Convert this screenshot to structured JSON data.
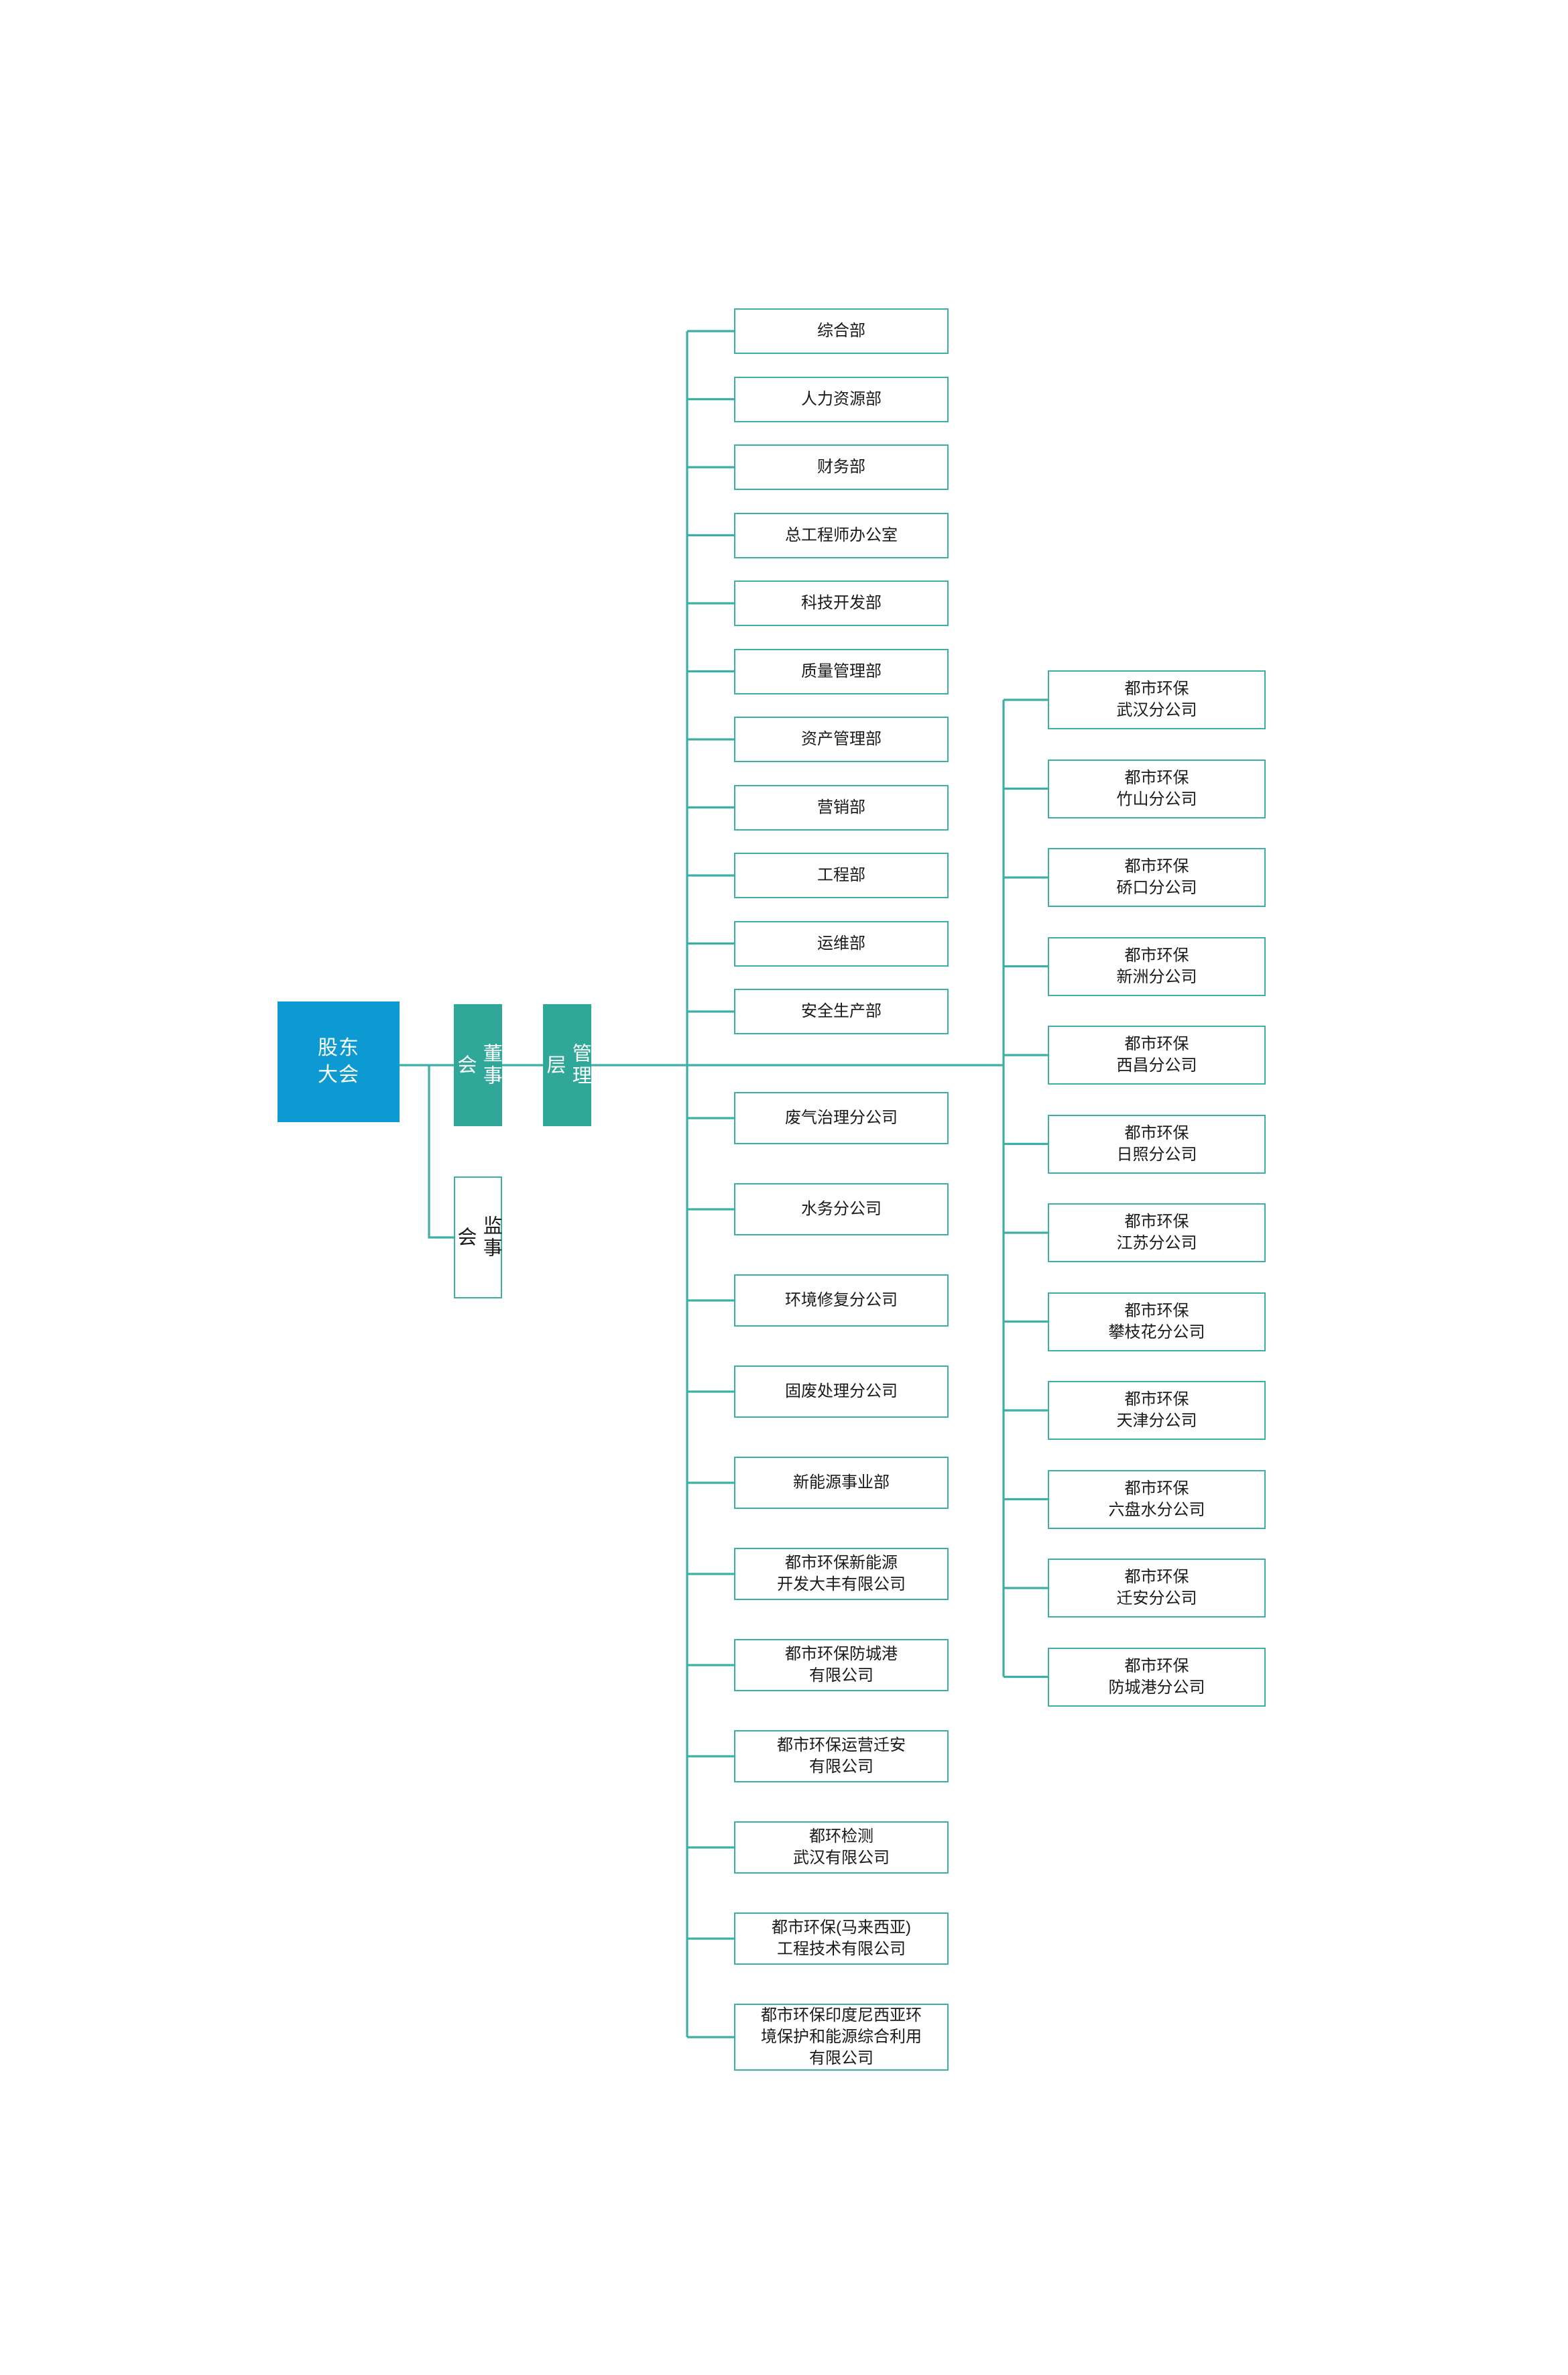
{
  "meta": {
    "title": "组织架构图",
    "colors": {
      "shareholder_fill": "#0D9AD3",
      "board_fill": "#2FA899",
      "box_border": "#3DAFA5",
      "connector": "#3DAFA5",
      "text_dark": "#1a1a1a",
      "text_light": "#ffffff",
      "background": "#ffffff"
    }
  },
  "governance": {
    "shareholders_meeting": "股东\n大会",
    "board_of_directors": "董事\n会",
    "management": "管理\n层",
    "supervisory_board": "监事\n会"
  },
  "departments": [
    {
      "label": "综合部"
    },
    {
      "label": "人力资源部"
    },
    {
      "label": "财务部"
    },
    {
      "label": "总工程师办公室"
    },
    {
      "label": "科技开发部"
    },
    {
      "label": "质量管理部"
    },
    {
      "label": "资产管理部"
    },
    {
      "label": "营销部"
    },
    {
      "label": "工程部"
    },
    {
      "label": "运维部"
    },
    {
      "label": "安全生产部"
    }
  ],
  "subsidiaries": [
    {
      "label": "废气治理分公司"
    },
    {
      "label": "水务分公司"
    },
    {
      "label": "环境修复分公司"
    },
    {
      "label": "固废处理分公司"
    },
    {
      "label": "新能源事业部"
    },
    {
      "label": "都市环保新能源\n开发大丰有限公司"
    },
    {
      "label": "都市环保防城港\n有限公司"
    },
    {
      "label": "都市环保运营迁安\n有限公司"
    },
    {
      "label": "都环检测\n武汉有限公司"
    },
    {
      "label": "都市环保(马来西亚)\n工程技术有限公司"
    },
    {
      "label": "都市环保印度尼西亚环\n境保护和能源综合利用\n有限公司"
    }
  ],
  "branches": [
    {
      "label": "都市环保\n武汉分公司"
    },
    {
      "label": "都市环保\n竹山分公司"
    },
    {
      "label": "都市环保\n硚口分公司"
    },
    {
      "label": "都市环保\n新洲分公司"
    },
    {
      "label": "都市环保\n西昌分公司"
    },
    {
      "label": "都市环保\n日照分公司"
    },
    {
      "label": "都市环保\n江苏分公司"
    },
    {
      "label": "都市环保\n攀枝花分公司"
    },
    {
      "label": "都市环保\n天津分公司"
    },
    {
      "label": "都市环保\n六盘水分公司"
    },
    {
      "label": "都市环保\n迁安分公司"
    },
    {
      "label": "都市环保\n防城港分公司"
    }
  ]
}
